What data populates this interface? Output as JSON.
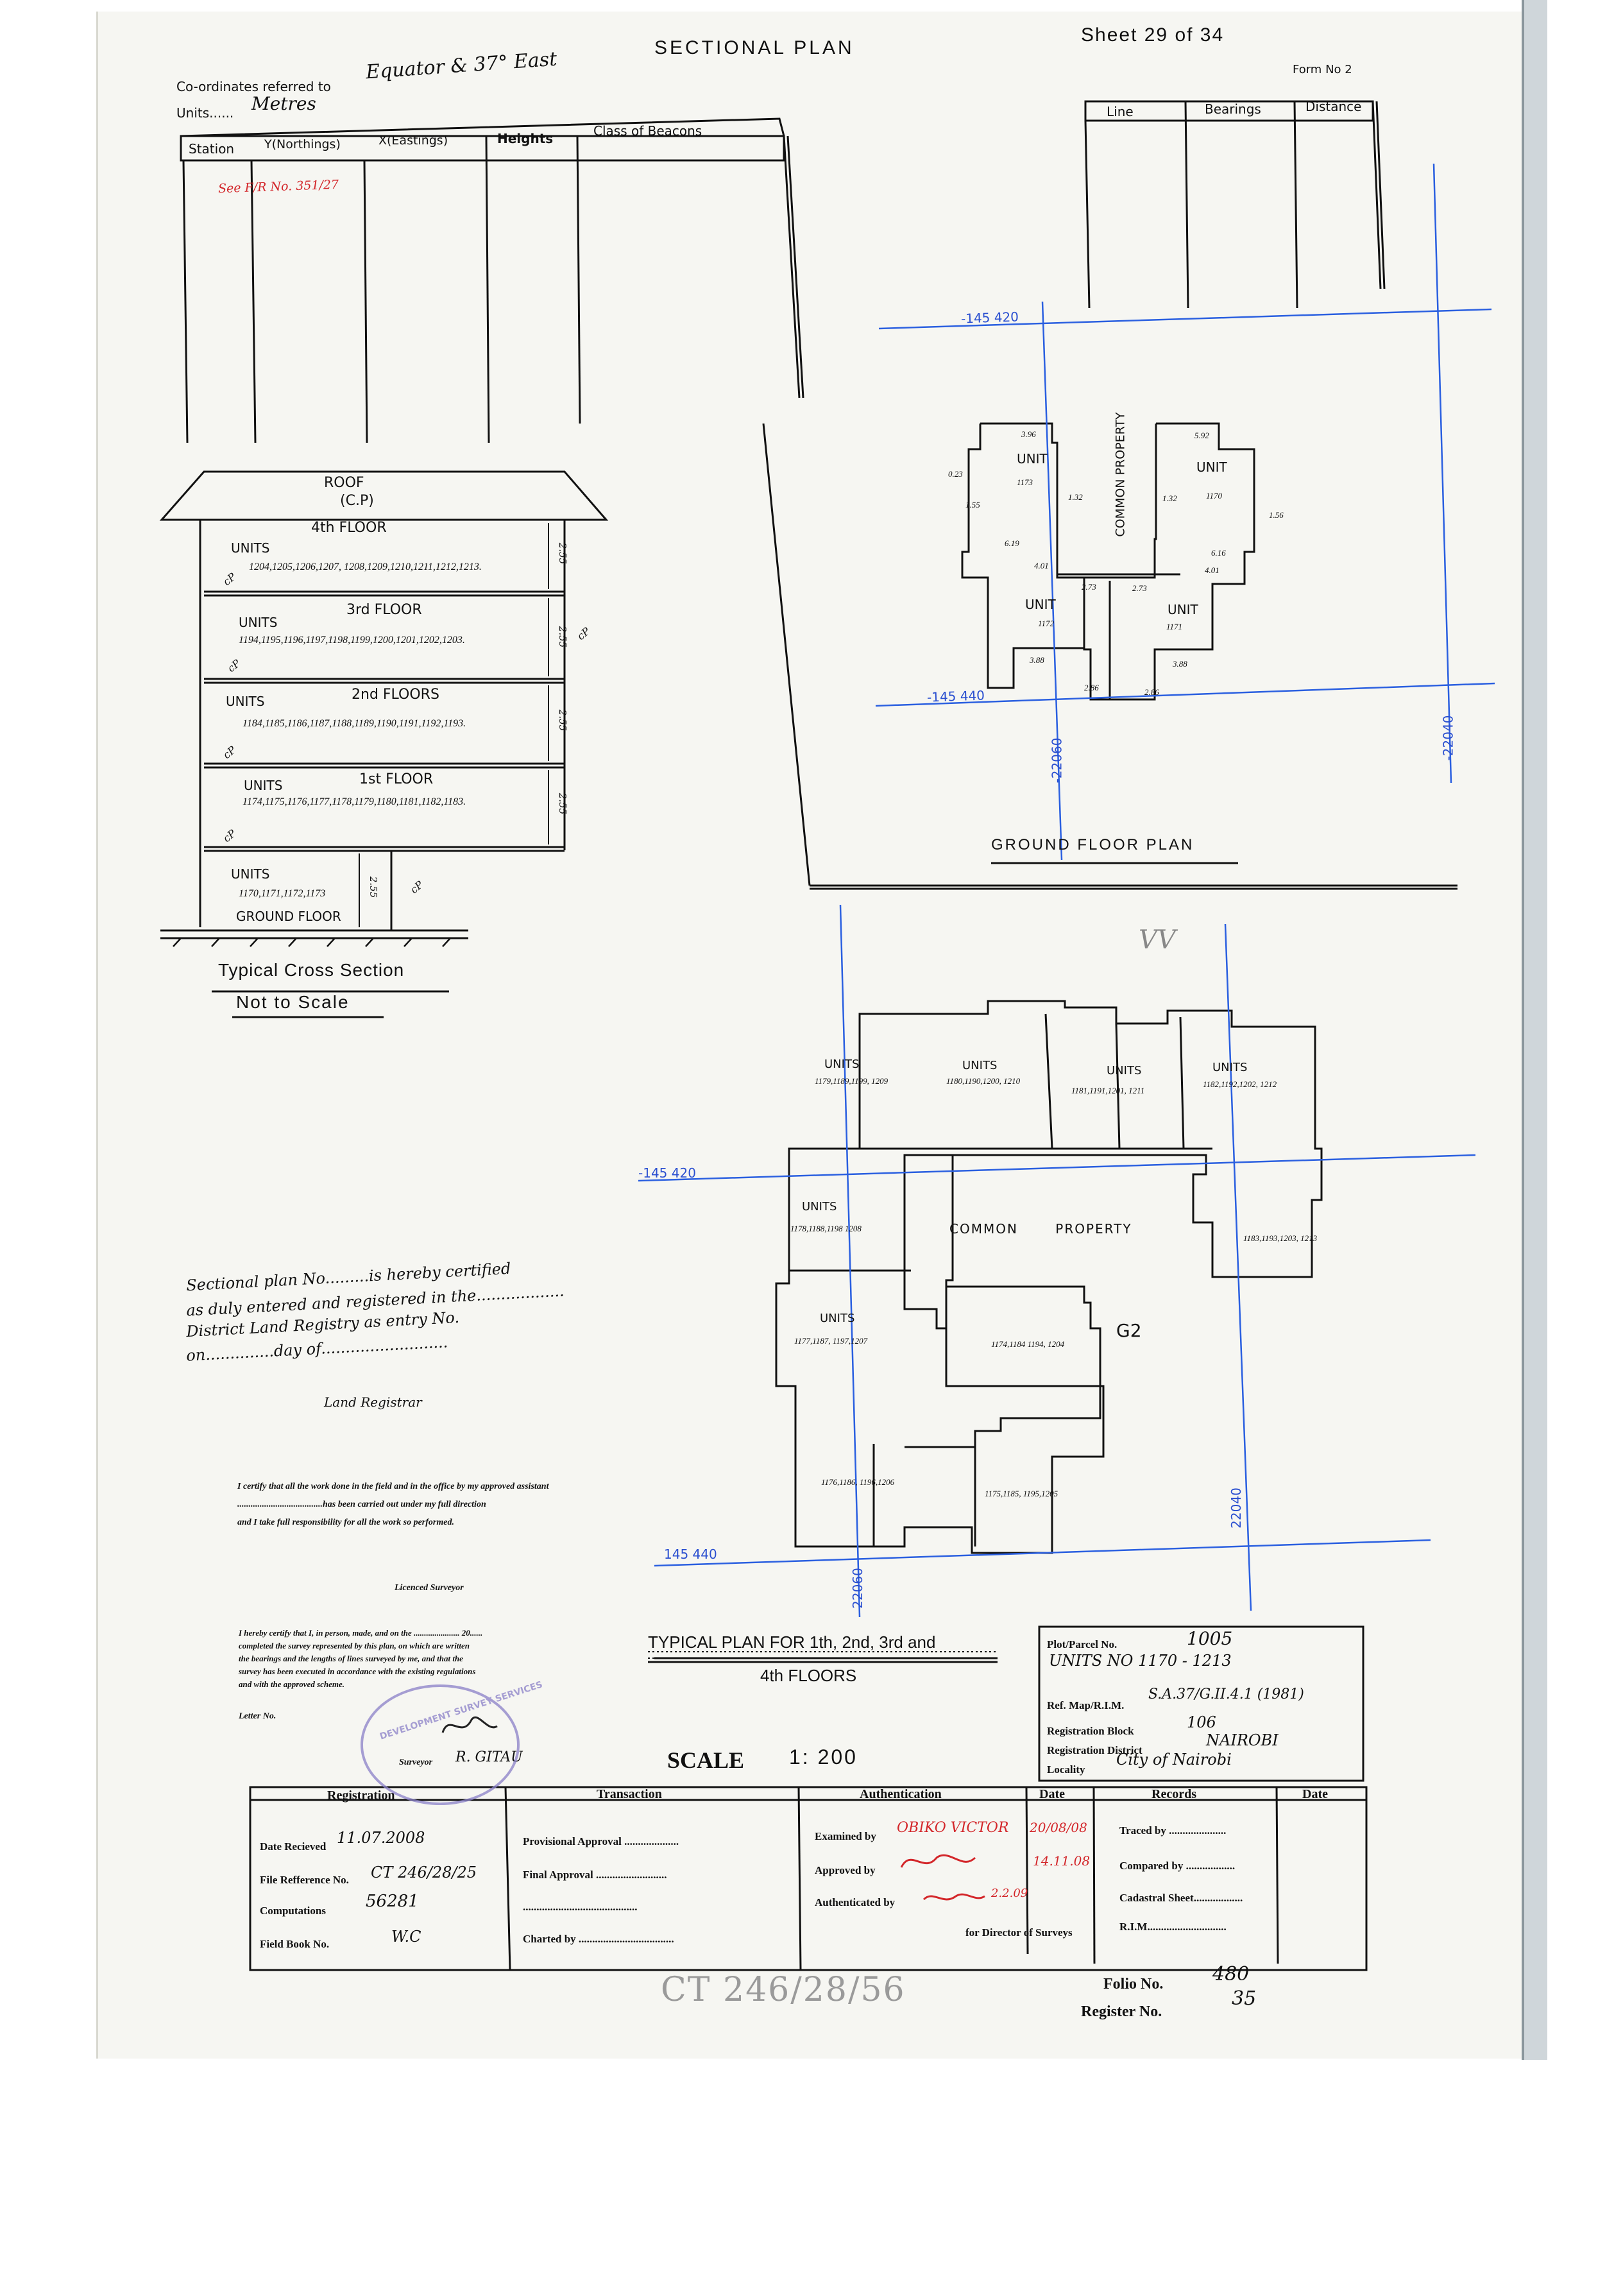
{
  "header": {
    "title": "SECTIONAL PLAN",
    "sheet": "Sheet 29 of 34",
    "form": "Form No 2",
    "coords_label": "Co-ordinates referred to",
    "coords_value": "Equator & 37° East",
    "units_label": "Units......",
    "units_value": "Metres"
  },
  "coord_table": {
    "headers": [
      "Station",
      "Y(Northings)",
      "X(Eastings)",
      "Heights",
      "Class of Beacons"
    ],
    "note": "See F/R No. 351/27"
  },
  "bearing_table": {
    "headers": [
      "Line",
      "Bearings",
      "Distance"
    ]
  },
  "cross_section": {
    "roof": "ROOF",
    "roof_cp": "(C.P)",
    "floors": [
      {
        "label": "4th FLOOR",
        "units_label": "UNITS",
        "units": "1204,1205,1206,1207, 1208,1209,1210,1211,1212,1213."
      },
      {
        "label": "3rd FLOOR",
        "units_label": "UNITS",
        "units": "1194,1195,1196,1197,1198,1199,1200,1201,1202,1203."
      },
      {
        "label": "2nd FLOORS",
        "units_label": "UNITS",
        "units": "1184,1185,1186,1187,1188,1189,1190,1191,1192,1193."
      },
      {
        "label": "1st FLOOR",
        "units_label": "UNITS",
        "units": "1174,1175,1176,1177,1178,1179,1180,1181,1182,1183."
      },
      {
        "label": "GROUND FLOOR",
        "units_label": "UNITS",
        "units": "1170,1171,1172,1173"
      }
    ],
    "height_label": "2.55",
    "cp": "cP",
    "caption1": "Typical Cross Section",
    "caption2": "Not to Scale"
  },
  "ground_plan": {
    "title": "GROUND FLOOR PLAN",
    "grid_n1": "-145 420",
    "grid_n2": "-145 440",
    "grid_e1": "-22060",
    "grid_e2": "-22040",
    "common": "COMMON PROPERTY",
    "units": [
      {
        "label": "UNIT",
        "no": "1173"
      },
      {
        "label": "UNIT",
        "no": "1170"
      },
      {
        "label": "UNIT",
        "no": "1172"
      },
      {
        "label": "UNIT",
        "no": "1171"
      }
    ],
    "dims": [
      "3.96",
      "5.92",
      "0.23",
      "2.73",
      "2.73",
      "3.88",
      "3.88",
      "2.86",
      "2.86",
      "6.19",
      "6.16",
      "4.01",
      "4.01",
      "1.55",
      "1.56",
      "1.32",
      "1.32"
    ]
  },
  "typical_plan": {
    "title": "TYPICAL PLAN FOR 1th, 2nd, 3rd and",
    "title2": "4th FLOORS",
    "common": "COMMON PROPERTY",
    "label_g2": "G2",
    "grid_n1": "-145 420",
    "grid_n2": "145 440",
    "grid_e1": "22060",
    "grid_e2": "22040",
    "mark": "VV",
    "units": [
      {
        "label": "UNITS",
        "nos": "1179,1189,1199, 1209"
      },
      {
        "label": "UNITS",
        "nos": "1180,1190,1200, 1210"
      },
      {
        "label": "UNITS",
        "nos": "1181,1191,1201, 1211"
      },
      {
        "label": "UNITS",
        "nos": "1182,1192,1202, 1212"
      },
      {
        "label": "UNITS",
        "nos": "1178,1188,1198 1208"
      },
      {
        "label": "",
        "nos": "1183,1193,1203, 1213"
      },
      {
        "label": "UNITS",
        "nos": "1177,1187, 1197,1207"
      },
      {
        "label": "",
        "nos": "1174,1184 1194, 1204"
      },
      {
        "label": "",
        "nos": "1176,1186, 1196,1206"
      },
      {
        "label": "",
        "nos": "1175,1185, 1195,1205"
      }
    ]
  },
  "registry_cert": {
    "line1": "Sectional plan No.........is hereby certified",
    "line2": "as duly entered and registered in the..................",
    "line3": "District Land Registry as entry No.",
    "line4": "on..............day of..........................",
    "signatory": "Land Registrar"
  },
  "surveyor_cert": {
    "line1": "I certify that all the work done in the field and in the office by my approved assistant",
    "line2": "......................................has been carried out under my full direction",
    "line3": "and I take full responsibility for all the work so performed.",
    "licensed": "Licenced Surveyor",
    "para1": "I hereby certify that I, in person, made, and on the ...................... 20......",
    "para2": "completed the survey represented by this plan, on which are written",
    "para3": "the bearings and the lengths of lines surveyed by me, and that the",
    "para4": "survey has been executed in accordance with the existing regulations",
    "para5": "and with the approved scheme.",
    "letter_no": "Letter No.",
    "surveyor": "Surveyor",
    "surveyor_name": "R. GITAU",
    "stamp_text": "DEVELOPMENT SURVEY SERVICES"
  },
  "scale": {
    "label": "SCALE",
    "value": "1: 200"
  },
  "parcel_box": {
    "plot_label": "Plot/Parcel No.",
    "plot_value": "1005",
    "units_value": "UNITS NO 1170 - 1213",
    "ref_label": "Ref. Map/R.I.M.",
    "ref_value": "S.A.37/G.II.4.1 (1981)",
    "block_label": "Registration Block",
    "block_value": "106",
    "district_label": "Registration District",
    "district_value": "NAIROBI",
    "locality_label": "Locality",
    "locality_value": "City of Nairobi"
  },
  "footer_table": {
    "registration": {
      "heading": "Registration",
      "rows": [
        {
          "label": "Date Recieved",
          "value": "11.07.2008"
        },
        {
          "label": "File Refference No.",
          "value": "CT 246/28/25"
        },
        {
          "label": "Computations",
          "value": "56281"
        },
        {
          "label": "Field Book No.",
          "value": "W.C"
        }
      ]
    },
    "transaction": {
      "heading": "Transaction",
      "rows": [
        "Provisional Approval ....................",
        "Final Approval ..........................",
        "..........................................",
        "Charted by ..................................."
      ]
    },
    "authentication": {
      "heading": "Authentication",
      "date_heading": "Date",
      "rows": [
        {
          "label": "Examined by",
          "value": "OBIKO VICTOR",
          "date": "20/08/08"
        },
        {
          "label": "Approved by",
          "value": "",
          "date": "14.11.08"
        },
        {
          "label": "Authenticated by",
          "value": "",
          "date": "2.2.09"
        }
      ],
      "for_director": "for Director of Surveys"
    },
    "records": {
      "heading": "Records",
      "date_heading": "Date",
      "rows": [
        "Traced by .....................",
        "Compared by ..................",
        "Cadastral Sheet..................",
        "R.I.M............................."
      ]
    }
  },
  "folio": {
    "label": "Folio No.",
    "value": "480"
  },
  "register": {
    "label": "Register No.",
    "value": "35"
  },
  "ref_scribble": "CT 246/28/56",
  "colors": {
    "ink": "#111111",
    "red": "#d3262a",
    "blue_grid": "#2a5fe0",
    "stamp": "#8a80c8",
    "paper": "#f6f6f2"
  }
}
